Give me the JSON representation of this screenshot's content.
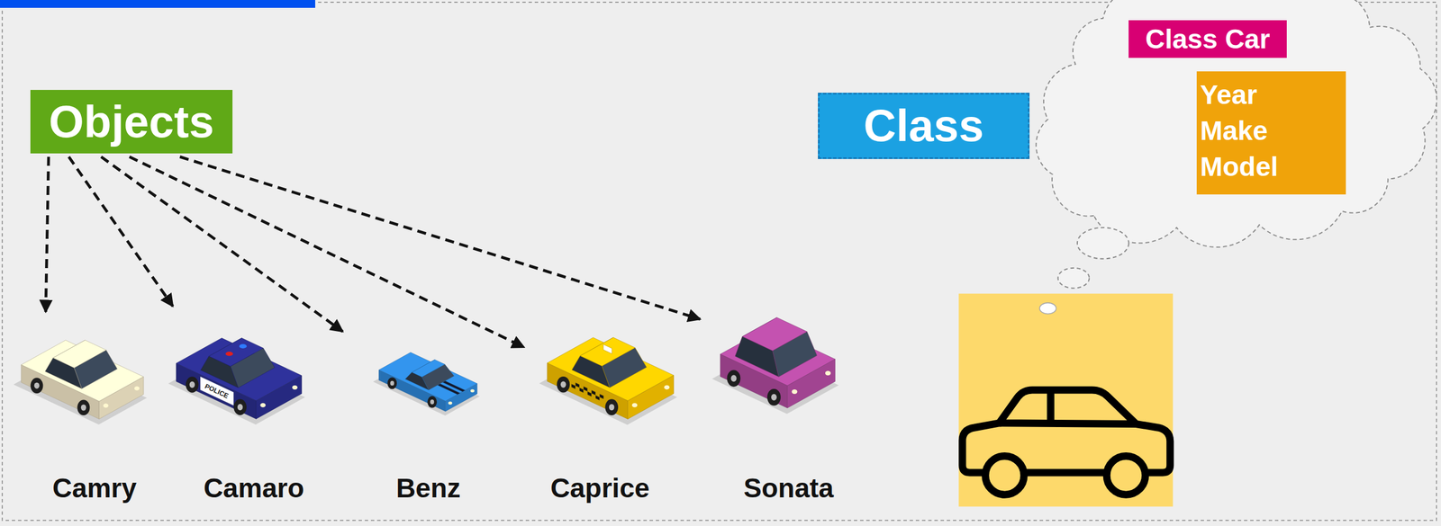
{
  "diagram": {
    "nodes": [
      {
        "text": [
          "Objects"
        ]
      },
      {
        "text": [
          "Class"
        ]
      },
      {
        "text": [
          "Class Car"
        ]
      },
      {
        "text": [
          "Year",
          "Make",
          "Model"
        ]
      },
      {
        "text": [
          "Camry"
        ]
      },
      {
        "text": [
          "Camaro"
        ]
      },
      {
        "text": [
          "Benz"
        ]
      },
      {
        "text": [
          "Caprice"
        ]
      },
      {
        "text": [
          "Sonata"
        ]
      }
    ],
    "edges": [
      {
        "from": 0,
        "to": 4,
        "arrow": "to"
      },
      {
        "from": 0,
        "to": 5,
        "arrow": "to"
      },
      {
        "from": 0,
        "to": 6,
        "arrow": "to"
      },
      {
        "from": 0,
        "to": 7,
        "arrow": "to"
      },
      {
        "from": 0,
        "to": 8,
        "arrow": "to"
      }
    ],
    "labels": [
      "POLICE"
    ]
  }
}
